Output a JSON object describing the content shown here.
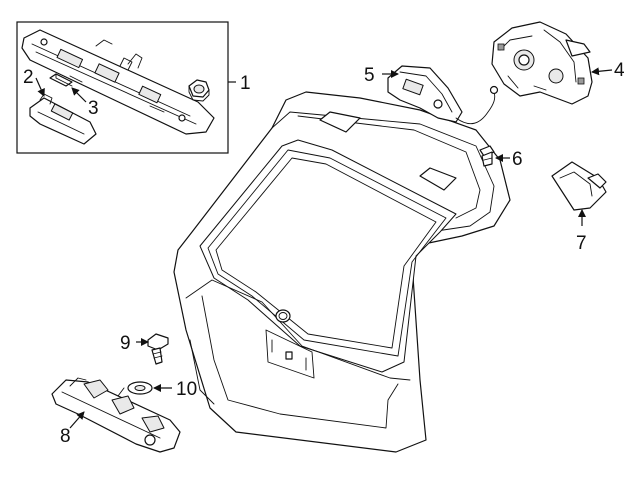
{
  "callouts": {
    "c1": "1",
    "c2": "2",
    "c3": "3",
    "c4": "4",
    "c5": "5",
    "c6": "6",
    "c7": "7",
    "c8": "8",
    "c9": "9",
    "c10": "10"
  },
  "colors": {
    "line": "#111111",
    "fill": "#ffffff",
    "shade": "#e9e9e9"
  }
}
